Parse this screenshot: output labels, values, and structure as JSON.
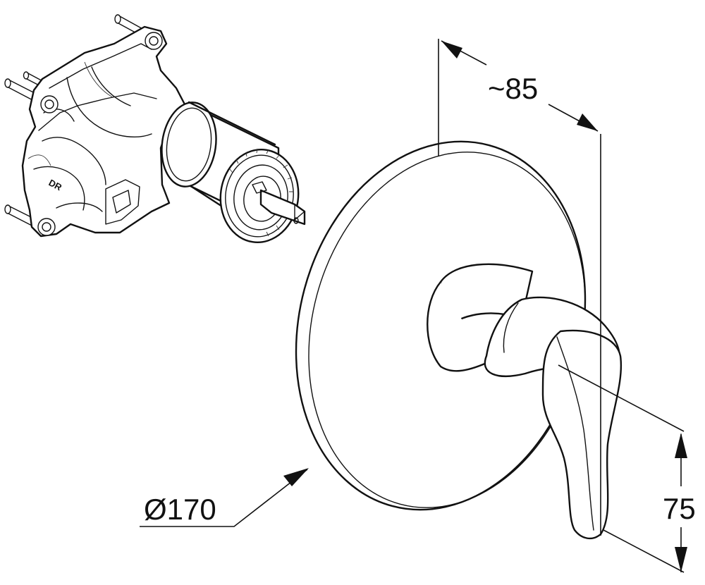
{
  "labels": {
    "depth": "~85",
    "diameter": "Ø170",
    "height": "75",
    "brand": "DR"
  },
  "icons": {
    "valve_body": "concealed-valve-body-icon",
    "cover_plate": "round-cover-plate-icon",
    "lever": "mixer-lever-handle-icon"
  },
  "colors": {
    "line": "#111111",
    "background": "#ffffff"
  }
}
